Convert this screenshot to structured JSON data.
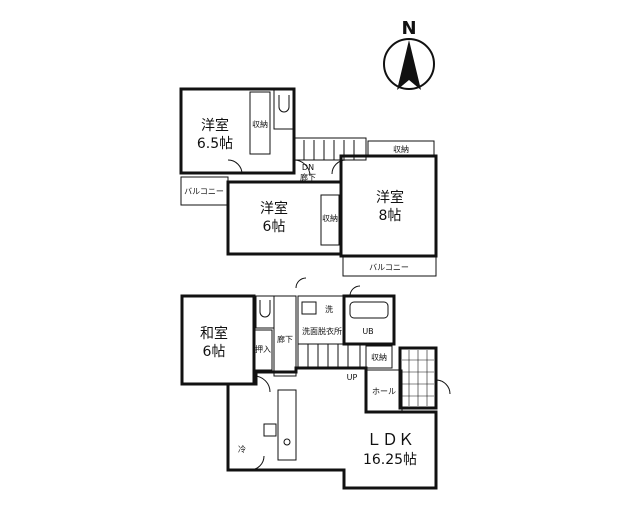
{
  "compass": {
    "north_label": "N"
  },
  "upper_floor": {
    "room_a": {
      "name": "洋室",
      "size": "6.5帖"
    },
    "room_b": {
      "name": "洋室",
      "size": "6帖"
    },
    "room_c": {
      "name": "洋室",
      "size": "8帖"
    },
    "closet_a": "収納",
    "closet_b": "収納",
    "closet_c": "収納",
    "balcony_left": "バルコニー",
    "balcony_right": "バルコニー",
    "stair_down": "DN",
    "hall": "廊下"
  },
  "lower_floor": {
    "washitsu": {
      "name": "和室",
      "size": "6帖"
    },
    "oshiire": "押入",
    "hall": "廊下",
    "wash": "洗",
    "washroom": "洗面脱衣所",
    "bath": "UB",
    "storage": "収納",
    "stair_up": "UP",
    "genkan": "ホール",
    "ldk": {
      "name": "ＬＤＫ",
      "size": "16.25帖"
    },
    "fridge": "冷"
  }
}
